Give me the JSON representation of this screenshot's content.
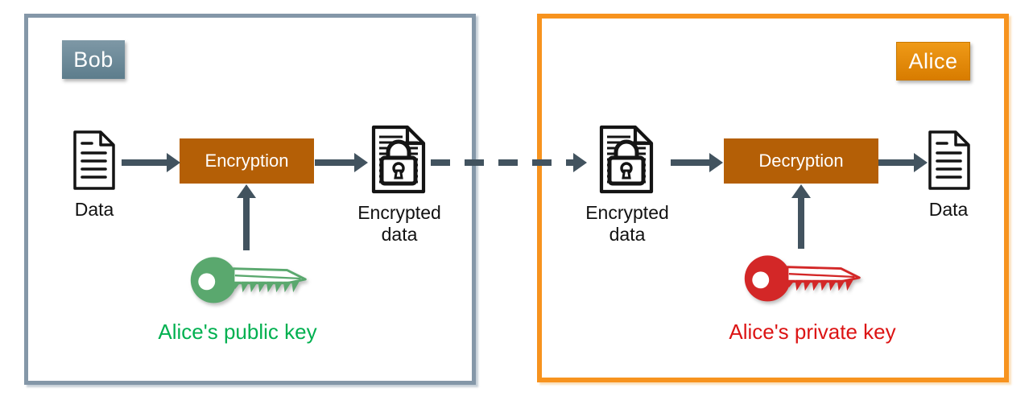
{
  "panels": {
    "bob": {
      "label": "Bob"
    },
    "alice": {
      "label": "Alice"
    }
  },
  "bob_flow": {
    "input_label": "Data",
    "process_label": "Encryption",
    "output_label": "Encrypted data",
    "key_caption": "Alice's public key"
  },
  "alice_flow": {
    "input_label": "Encrypted data",
    "process_label": "Decryption",
    "output_label": "Data",
    "key_caption": "Alice's private key"
  },
  "colors": {
    "bob_border": "#8497a8",
    "alice_border": "#f7931e",
    "process_fill": "#b45f06",
    "arrow": "#42535f",
    "public_key_fill": "#5aa86e",
    "public_key_text": "#00b050",
    "private_key_fill": "#d32727",
    "private_key_text": "#dc1414"
  }
}
